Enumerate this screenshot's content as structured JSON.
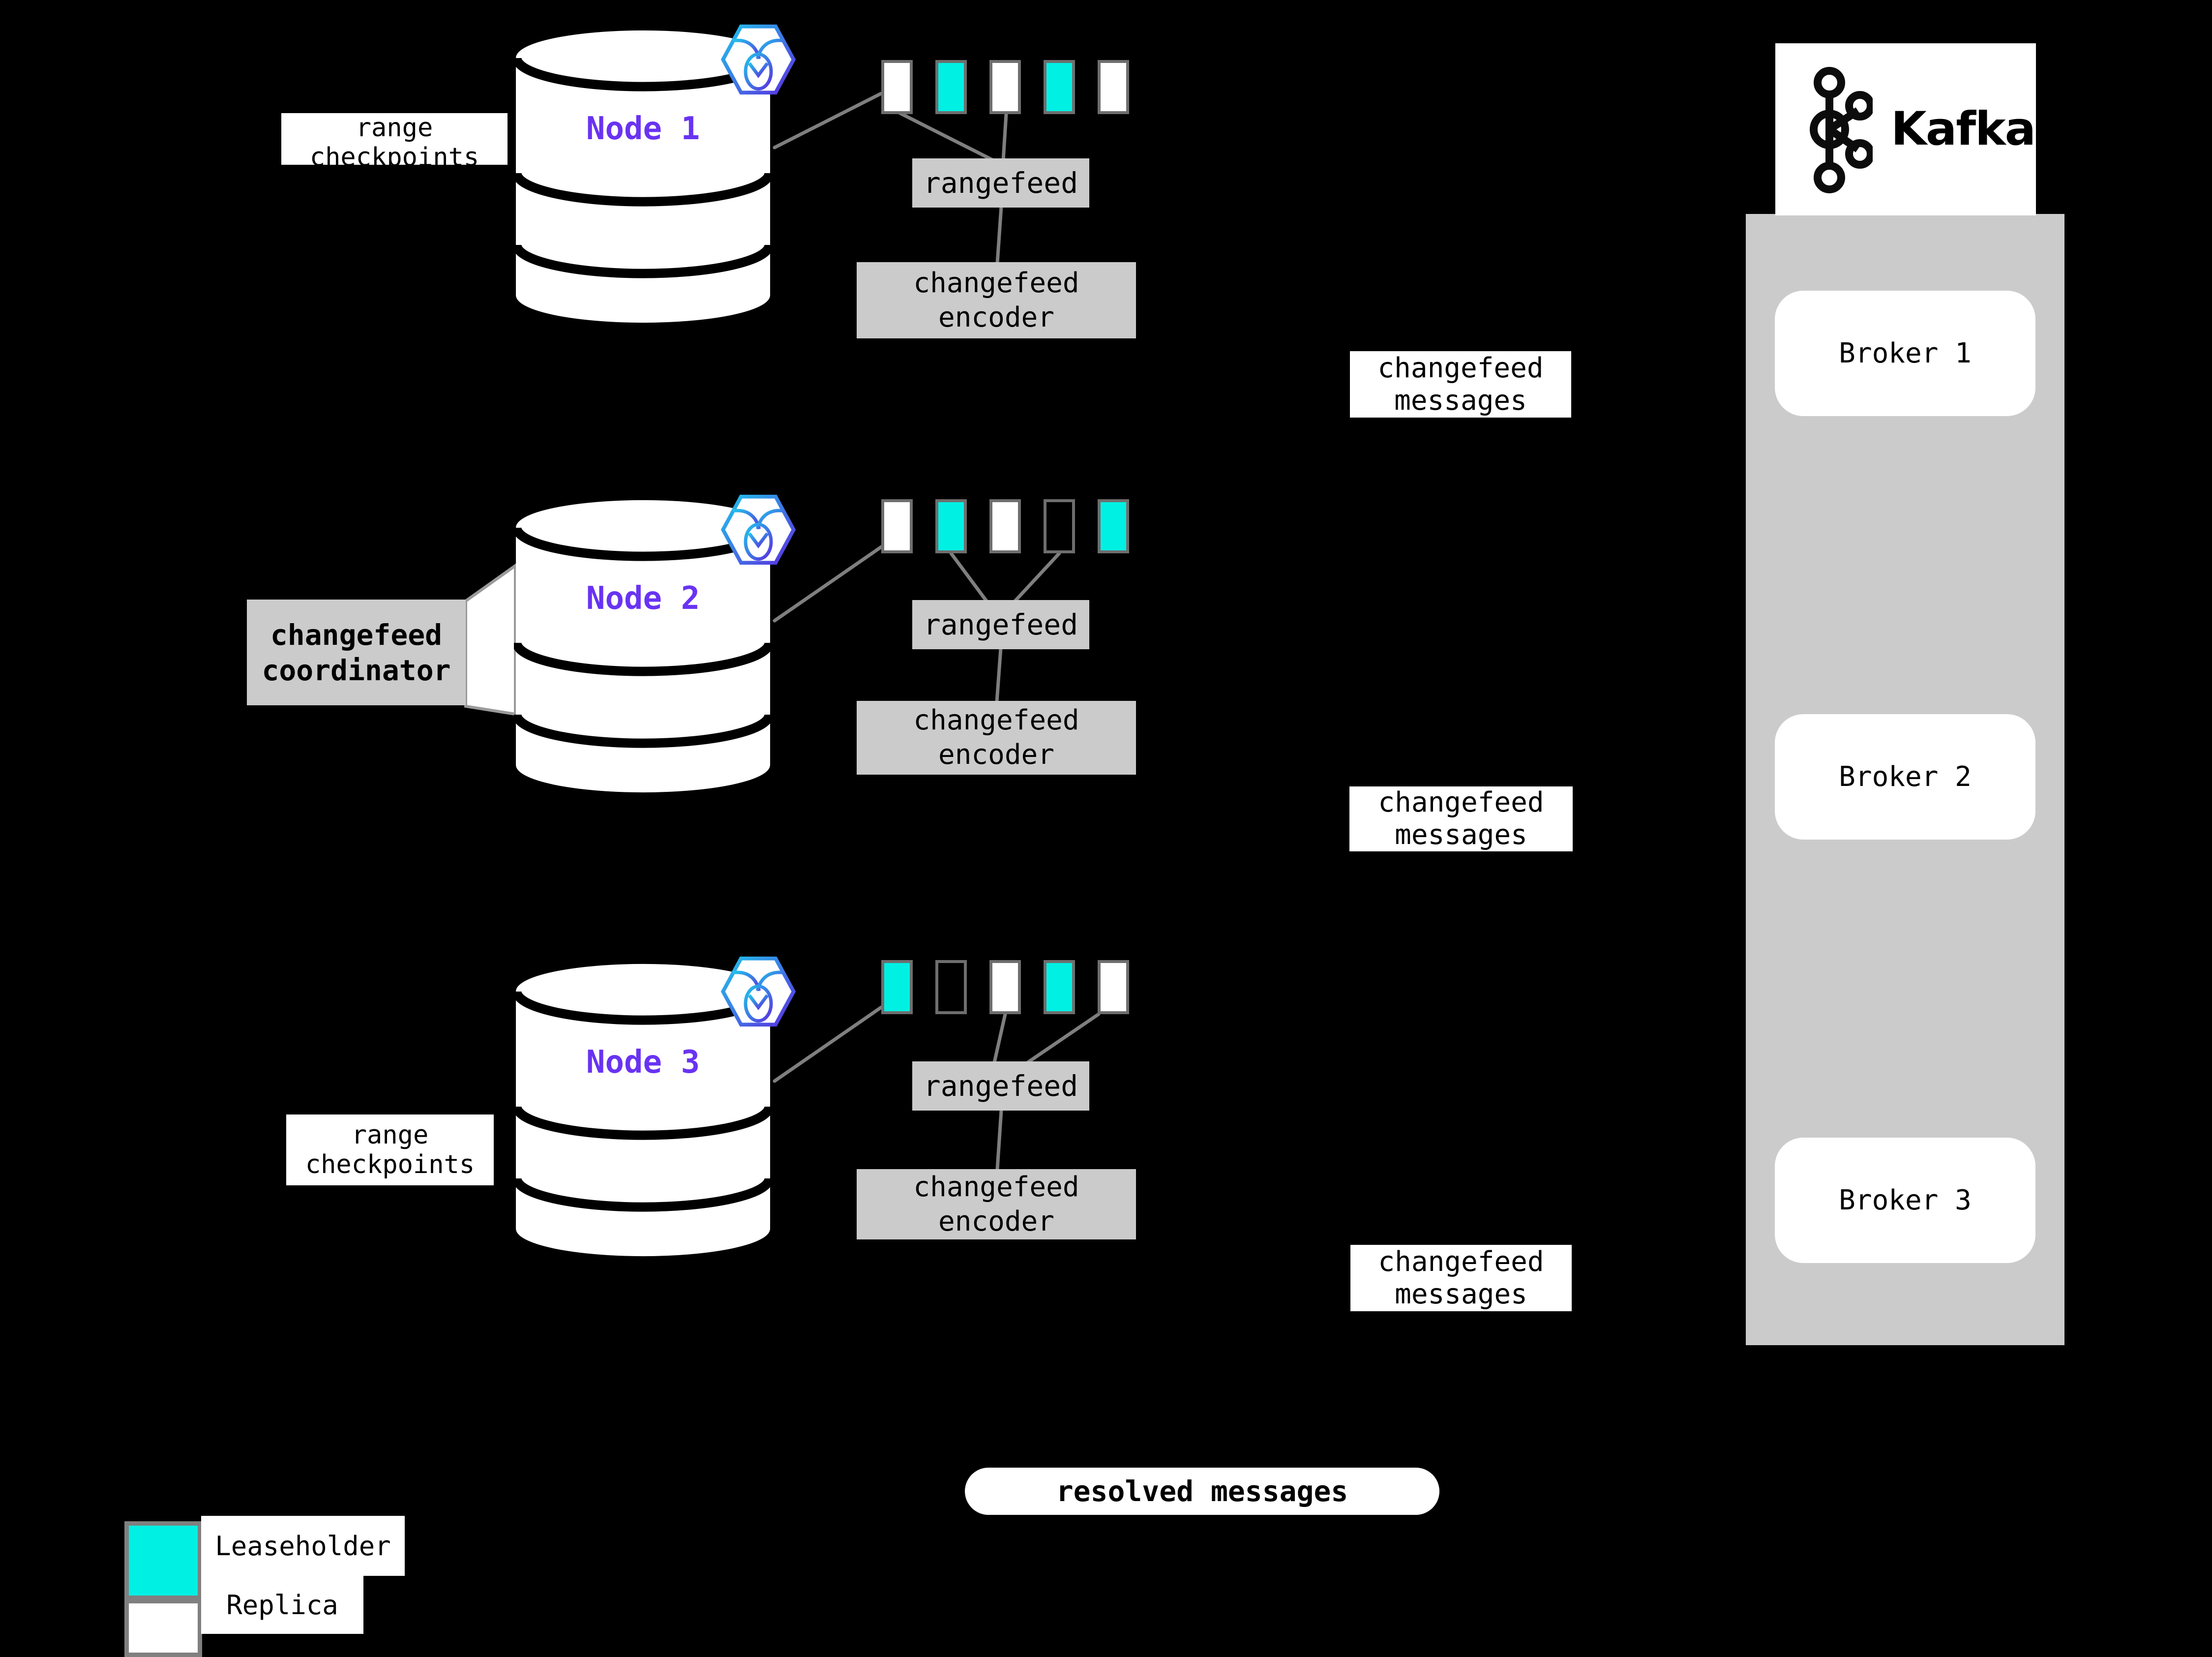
{
  "colors": {
    "leaseholder": "#00f0e4",
    "replica": "#ffffff",
    "empty": "transparent",
    "node_purple": "#6933f2",
    "box_gray": "#cbcbcb",
    "line_gray": "#7f7f7f",
    "background": "#000000"
  },
  "nodes": [
    {
      "name": "Node 1",
      "checkpoint_label": "range\ncheckpoints",
      "rangefeed_label": "rangefeed",
      "encoder_label": "changefeed\nencoder",
      "messages_label": "changefeed\nmessages",
      "ranges": [
        "replica",
        "leaseholder",
        "replica",
        "leaseholder",
        "replica"
      ]
    },
    {
      "name": "Node 2",
      "coordinator_label": "changefeed\ncoordinator",
      "rangefeed_label": "rangefeed",
      "encoder_label": "changefeed\nencoder",
      "messages_label": "changefeed\nmessages",
      "ranges": [
        "replica",
        "leaseholder",
        "replica",
        "empty",
        "leaseholder"
      ]
    },
    {
      "name": "Node 3",
      "checkpoint_label": "range\ncheckpoints",
      "rangefeed_label": "rangefeed",
      "encoder_label": "changefeed\nencoder",
      "messages_label": "changefeed\nmessages",
      "ranges": [
        "leaseholder",
        "empty",
        "replica",
        "leaseholder",
        "replica"
      ]
    }
  ],
  "resolved_label": "resolved messages",
  "kafka": {
    "brand": "Kafka",
    "brokers": [
      "Broker 1",
      "Broker 2",
      "Broker 3"
    ]
  },
  "legend": {
    "items": [
      {
        "role": "leaseholder",
        "label": "Leaseholder"
      },
      {
        "role": "replica",
        "label": "Replica"
      }
    ]
  }
}
